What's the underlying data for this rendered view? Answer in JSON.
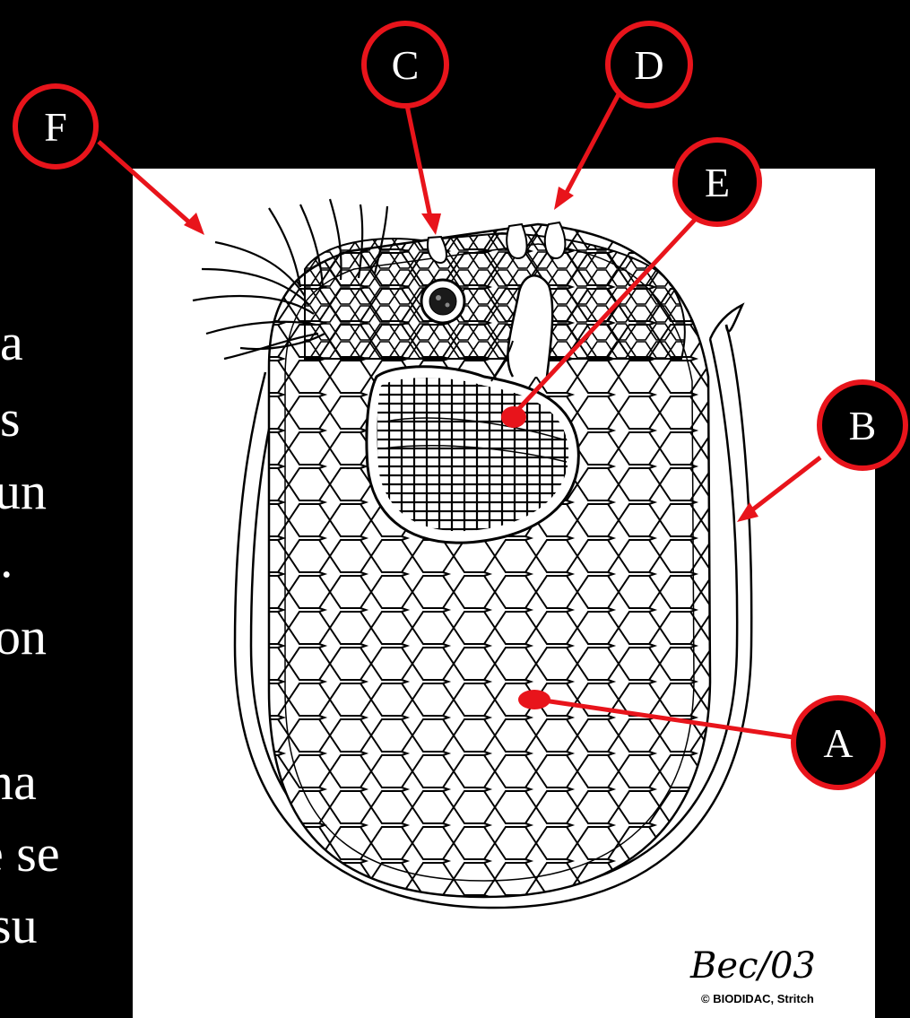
{
  "slide_text": {
    "lines": [
      "a",
      "s",
      "un",
      ".",
      "on",
      "",
      "ma",
      "e se",
      "su"
    ]
  },
  "labels": [
    {
      "id": "A",
      "text": "A"
    },
    {
      "id": "B",
      "text": "B"
    },
    {
      "id": "C",
      "text": "C"
    },
    {
      "id": "D",
      "text": "D"
    },
    {
      "id": "E",
      "text": "E"
    },
    {
      "id": "F",
      "text": "F"
    }
  ],
  "signature": "Bec/03",
  "credit": "© BIODIDAC, Stritch",
  "colors": {
    "background": "#000000",
    "panel": "#ffffff",
    "callout": "#e8141b",
    "label_fill": "#000000",
    "label_text": "#ffffff",
    "ink": "#000000"
  }
}
